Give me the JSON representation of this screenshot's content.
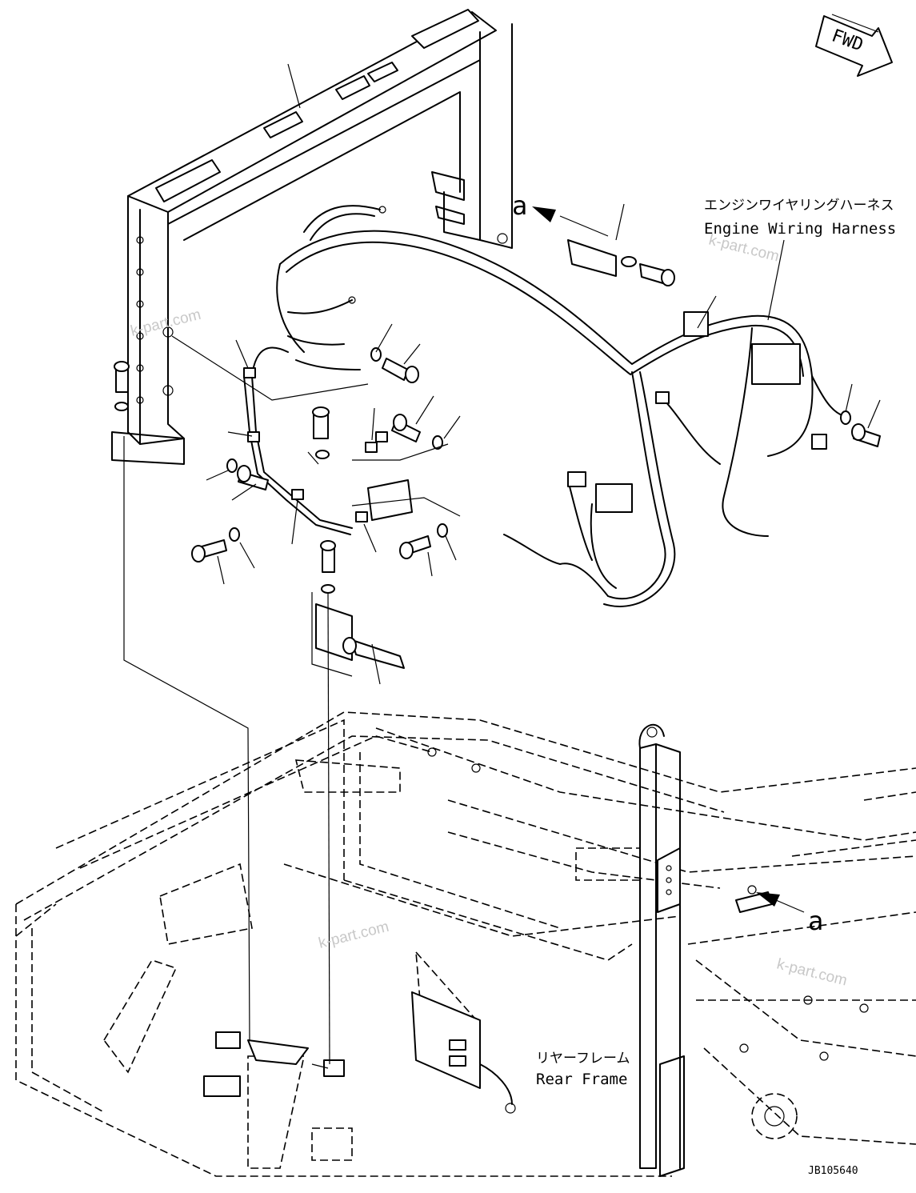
{
  "labels": {
    "fwd": "FWD",
    "harness_jp": "エンジンワイヤリングハーネス",
    "harness_en": "Engine Wiring Harness",
    "rear_frame_jp": "リヤーフレーム",
    "rear_frame_en": "Rear Frame",
    "ref_a_top": "a",
    "ref_a_bottom": "a",
    "drawing_id": "JB105640"
  },
  "watermarks": [
    "k-part.com",
    "k-part.com",
    "k-part.com",
    "k-part.com"
  ],
  "colors": {
    "line": "#000000",
    "background": "#ffffff",
    "watermark": "#c8c8c8"
  }
}
